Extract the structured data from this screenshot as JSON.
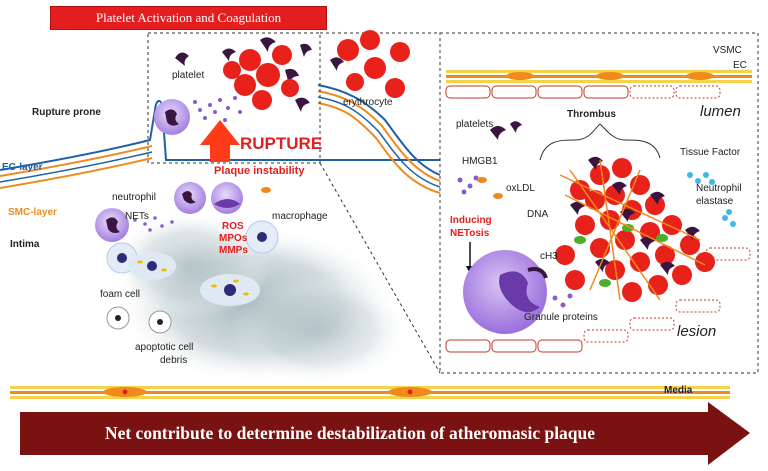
{
  "title": "Platelet Activation and Coagulation",
  "bottom_banner": "Net contribute to determine destabilization of atheromasic plaque",
  "colors": {
    "banner_red": "#e41e1e",
    "arrow_maroon": "#7a1212",
    "rupture_arrow": "#ff3b1a",
    "erythrocyte": "#e8221a",
    "platelet": "#3a1540",
    "neutrophil": "#b58ee8",
    "ec_layer": "#1f5fa8",
    "smc_layer": "#f08a1c"
  },
  "labels": {
    "platelet": "platelet",
    "erythrocyte": "erythrocyte",
    "rupture_prone": "Rupture prone",
    "rupture": "RUPTURE",
    "plaque_instability": "Plaque instability",
    "ec_layer": "EC-layer",
    "smc_layer": "SMC-layer",
    "intima": "Intima",
    "neutrophil": "neutrophil",
    "nets": "NETs",
    "ros": "ROS",
    "mpos": "MPOs",
    "mmps": "MMPs",
    "macrophage": "macrophage",
    "foam_cell": "foam cell",
    "apoptotic_1": "apoptotic cell",
    "apoptotic_2": "debris",
    "media": "Media"
  },
  "inset": {
    "vsmc": "VSMC",
    "ec": "EC",
    "lumen": "lumen",
    "thrombus": "Thrombus",
    "platelets": "platelets",
    "hmgb1": "HMGB1",
    "oxldl": "oxLDL",
    "tissue_factor": "Tissue Factor",
    "neutrophil_1": "Neutrophil",
    "neutrophil_2": "elastase",
    "dna": "DNA",
    "inducing_1": "Inducing",
    "inducing_2": "NETosis",
    "ch3": "cH3",
    "granule": "Granule proteins",
    "lesion": "lesion"
  }
}
